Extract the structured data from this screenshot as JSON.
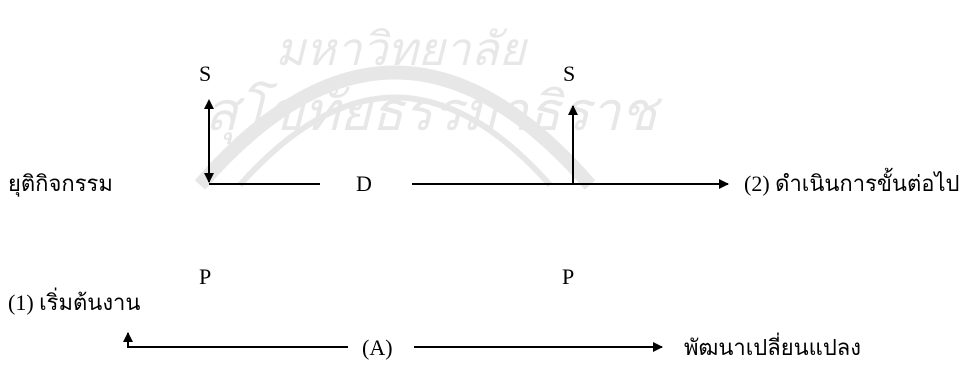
{
  "watermark": {
    "line1": "มหาวิทยาลัย",
    "line2": "สุโขทัยธรรมาธิราช"
  },
  "labels": {
    "s_left": "S",
    "s_right": "S",
    "d_center": "D",
    "p_left": "P",
    "p_right": "P",
    "stop_activity": "ยุติกิจกรรม",
    "continue_next": "(2) ดำเนินการขั้นต่อไป",
    "start_work": "(1)  เริ่มต้นงาน",
    "a_node": "(A)",
    "develop_change": "พัฒนาเปลี่ยนแปลง"
  },
  "colors": {
    "ink": "#000000",
    "background": "#ffffff"
  }
}
